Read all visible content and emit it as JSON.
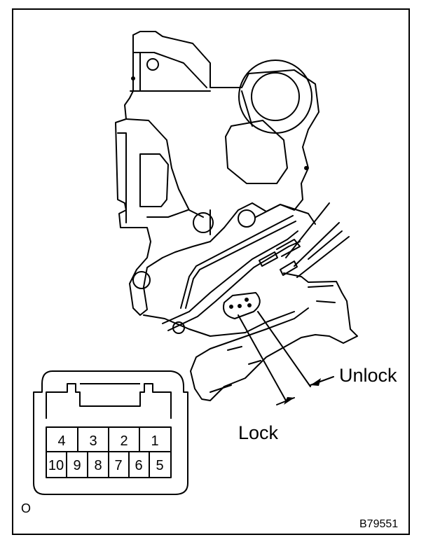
{
  "labels": {
    "unlock": "Unlock",
    "lock": "Lock",
    "corner_mark": "O",
    "figure_code": "B79551"
  },
  "connector": {
    "top_row": [
      "4",
      "3",
      "2",
      "1"
    ],
    "bottom_row": [
      "10",
      "9",
      "8",
      "7",
      "6",
      "5"
    ]
  }
}
